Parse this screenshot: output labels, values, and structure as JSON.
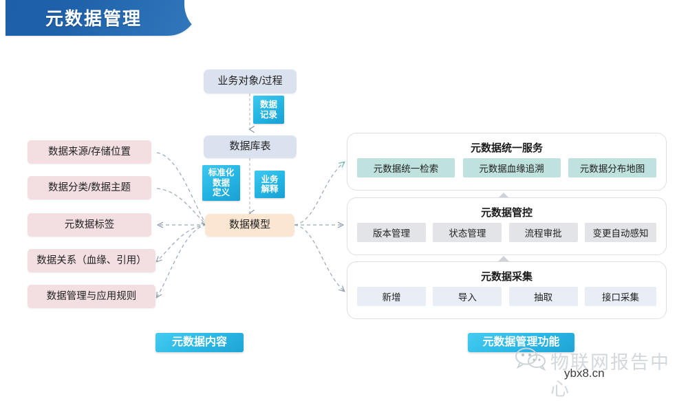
{
  "header": {
    "title": "元数据管理"
  },
  "center": {
    "business_object": "业务对象/过程",
    "db_table": "数据库表",
    "data_model": "数据模型",
    "tag_record": [
      "数据",
      "记录"
    ],
    "tag_standard": [
      "标准化",
      "数据",
      "定义"
    ],
    "tag_business": [
      "业务",
      "解释"
    ]
  },
  "left_items": [
    {
      "label": "数据来源/存储位置"
    },
    {
      "label": "数据分类/数据主题"
    },
    {
      "label": "元数据标签"
    },
    {
      "label": "数据关系（血缘、引用）"
    },
    {
      "label": "数据管理与应用规则"
    }
  ],
  "panels": [
    {
      "title": "元数据统一服务",
      "chip_style": "teal",
      "chips": [
        "元数据统一检索",
        "元数据血缘追溯",
        "元数据分布地图"
      ]
    },
    {
      "title": "元数据管控",
      "chip_style": "gray",
      "chips": [
        "版本管理",
        "状态管理",
        "流程审批",
        "变更自动感知"
      ]
    },
    {
      "title": "元数据采集",
      "chip_style": "blue",
      "chips": [
        "新增",
        "导入",
        "抽取",
        "接口采集"
      ]
    }
  ],
  "captions": {
    "left": "元数据内容",
    "right": "元数据管理功能"
  },
  "watermark": {
    "icon": "wechat-icon",
    "main": "物联网报告中心",
    "sub": "ybx8.cn"
  },
  "colors": {
    "banner_blue": "#1f62ab",
    "pink": "#f3dfe1",
    "light_blue": "#dbe2ef",
    "peach": "#fbe6d2",
    "cyan": "#23b4e3",
    "teal_chip": "#bfe2de",
    "gray_chip": "#e3e4e8",
    "blue_chip": "#e8edf6",
    "arrow": "#9aa7b4"
  }
}
